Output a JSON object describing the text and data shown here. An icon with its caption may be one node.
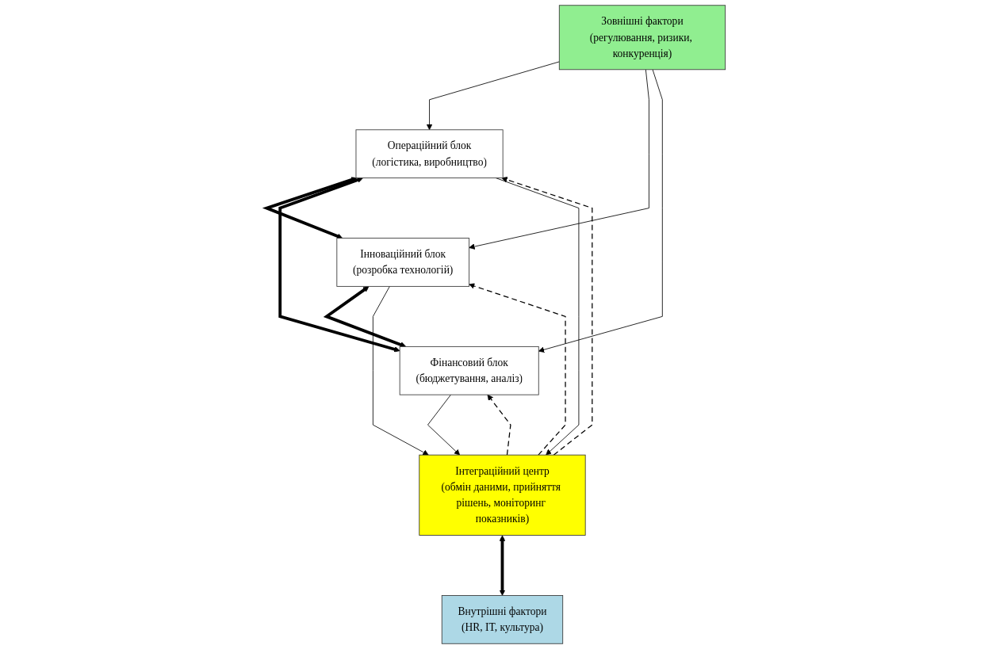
{
  "diagram": {
    "nodes": [
      {
        "text": [
          "Зовнішні фактори",
          "(регулювання, ризики, конкуренція)"
        ]
      },
      {
        "text": [
          "Операційний блок",
          "(логістика, виробництво)"
        ]
      },
      {
        "text": [
          "Інноваційний блок",
          "(розробка технологій)"
        ]
      },
      {
        "text": [
          "Фінансовий блок",
          "(бюджетування, аналіз)"
        ]
      },
      {
        "text": [
          "Інтеграційний центр",
          "(обмін даними, прийняття рішень, моніторинг показників)"
        ]
      },
      {
        "text": [
          "Внутрішні фактори",
          "(HR, IT, культура)"
        ]
      }
    ],
    "edges": [
      {
        "from": 0,
        "to": 1,
        "arrow": "to"
      },
      {
        "from": 0,
        "to": 2,
        "arrow": "to"
      },
      {
        "from": 0,
        "to": 3,
        "arrow": "to"
      },
      {
        "from": 1,
        "to": 2,
        "arrow": "both",
        "style": "thick"
      },
      {
        "from": 2,
        "to": 3,
        "arrow": "both",
        "style": "thick"
      },
      {
        "from": 1,
        "to": 3,
        "arrow": "both",
        "style": "thick"
      },
      {
        "from": 4,
        "to": 1,
        "arrow": "to",
        "style": "dashed"
      },
      {
        "from": 4,
        "to": 2,
        "arrow": "to",
        "style": "dashed"
      },
      {
        "from": 4,
        "to": 3,
        "arrow": "to",
        "style": "dashed"
      },
      {
        "from": 1,
        "to": 4,
        "arrow": "to"
      },
      {
        "from": 2,
        "to": 4,
        "arrow": "to"
      },
      {
        "from": 3,
        "to": 4,
        "arrow": "to"
      },
      {
        "from": 4,
        "to": 5,
        "arrow": "both",
        "style": "thick"
      }
    ]
  }
}
